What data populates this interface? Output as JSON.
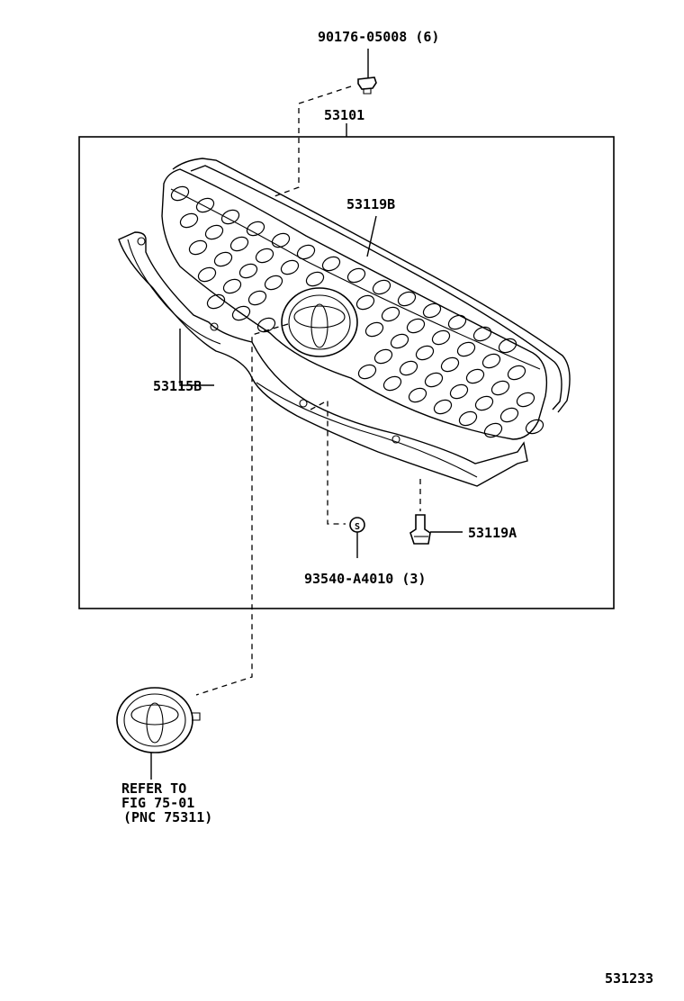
{
  "labels": {
    "clip_top": "90176-05008 (6)",
    "grille_assy": "53101",
    "grille_upper": "53119B",
    "grille_lower": "53115B",
    "nut": "93540-A4010 (3)",
    "clip_bottom": "53119A",
    "refer_line1": "REFER TO",
    "refer_line2": "FIG 75-01",
    "refer_line3": "(PNC 75311)",
    "diagram_id": "531233"
  },
  "symbols": {
    "nut_mark": "S"
  }
}
